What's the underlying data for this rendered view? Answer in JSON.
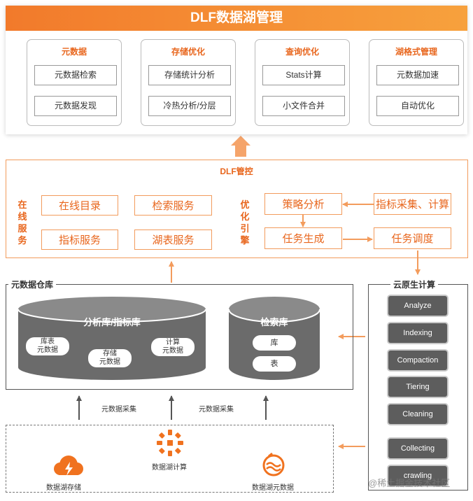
{
  "title": "DLF数据湖管理",
  "modules": [
    {
      "title": "元数据",
      "items": [
        "元数据检索",
        "元数据发现"
      ]
    },
    {
      "title": "存储优化",
      "items": [
        "存储统计分析",
        "冷热分析/分层"
      ]
    },
    {
      "title": "查询优化",
      "items": [
        "Stats计算",
        "小文件合并"
      ]
    },
    {
      "title": "湖格式管理",
      "items": [
        "元数据加速",
        "自动优化"
      ]
    }
  ],
  "control": {
    "title": "DLF管控",
    "online_label": "在线服务",
    "online_items": [
      "在线目录",
      "检索服务",
      "指标服务",
      "湖表服务"
    ],
    "engine_label": "优化引擎",
    "engine_items": {
      "strategy": "策略分析",
      "metrics": "指标采集、计算",
      "task_gen": "任务生成",
      "task_sched": "任务调度"
    }
  },
  "warehouse": {
    "title": "元数据仓库",
    "analytics_db": {
      "title": "分析库/指标库",
      "items": [
        "库表\n元数据",
        "存储\n元数据",
        "计算\n元数据"
      ]
    },
    "search_db": {
      "title": "检索库",
      "items": [
        "库",
        "表"
      ]
    }
  },
  "cloud": {
    "title": "云原生计算",
    "items": [
      "Analyze",
      "Indexing",
      "Compaction",
      "Tiering",
      "Cleaning",
      "Collecting",
      "crawling"
    ]
  },
  "collect_labels": [
    "元数据采集",
    "元数据采集"
  ],
  "lake": {
    "storage": "数据湖存储",
    "compute": "数据湖计算",
    "metadata": "数据湖元数据"
  },
  "watermark": "@稀土掘金技术社区",
  "colors": {
    "accent": "#e8661d",
    "arrow": "#f39c5d",
    "gray": "#5d5d5d"
  }
}
